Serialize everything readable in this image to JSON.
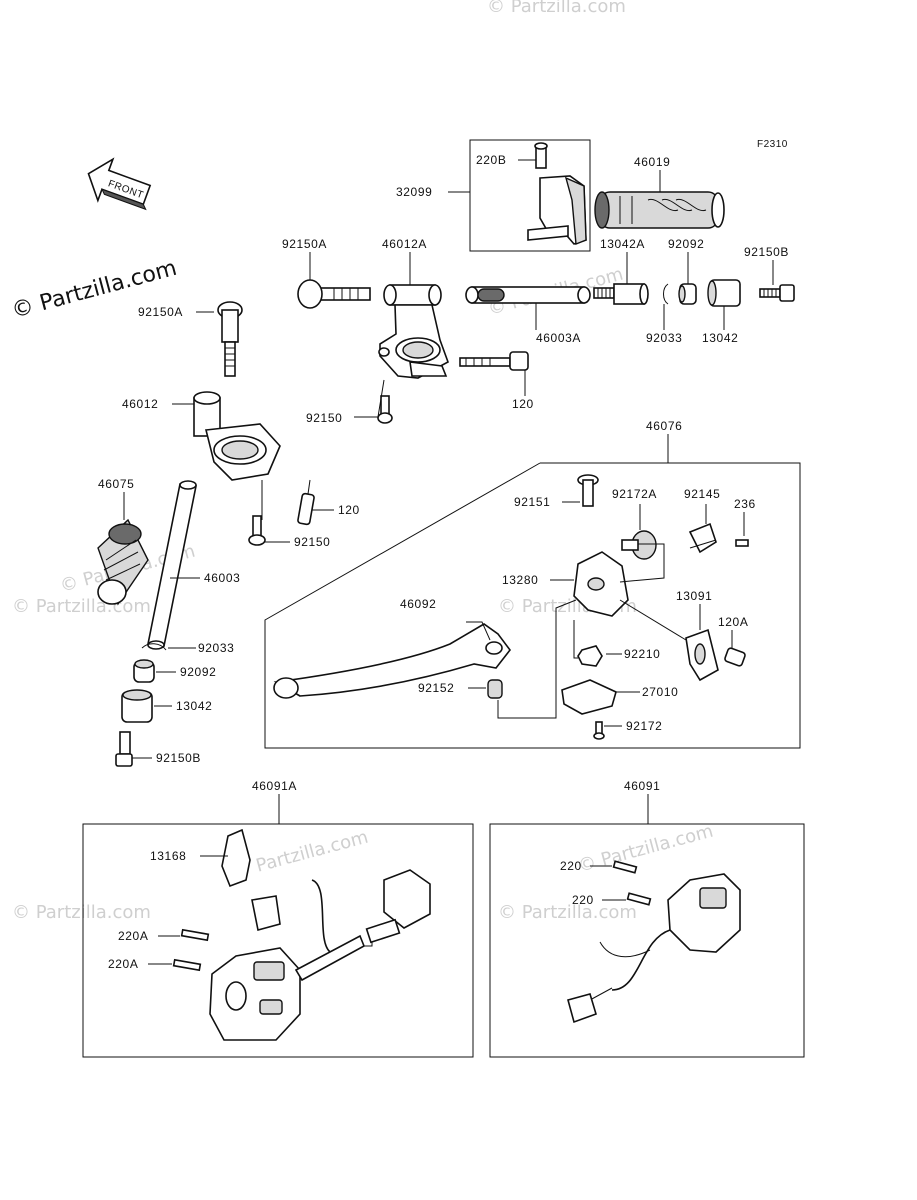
{
  "figure_code": "F2310",
  "front_label": "FRONT",
  "watermark": "© Partzilla.com",
  "groups": {
    "g46076": "46076",
    "g46091A": "46091A",
    "g46091": "46091"
  },
  "parts": {
    "p220B": "220B",
    "p32099": "32099",
    "p46019": "46019",
    "p92150A_top": "92150A",
    "p46012A": "46012A",
    "p13042A": "13042A",
    "p92092_top": "92092",
    "p92150B_top": "92150B",
    "p46003A": "46003A",
    "p92033_top": "92033",
    "p13042_top": "13042",
    "p92150_top": "92150",
    "p120_top": "120",
    "p92150A_left": "92150A",
    "p46012": "46012",
    "p46075": "46075",
    "p120_left": "120",
    "p92150_left": "92150",
    "p46003": "46003",
    "p92033_left": "92033",
    "p92092_left": "92092",
    "p13042_left": "13042",
    "p92150B_left": "92150B",
    "p92151": "92151",
    "p92172A": "92172A",
    "p92145": "92145",
    "p236": "236",
    "p13280": "13280",
    "p46092": "46092",
    "p13091": "13091",
    "p120A": "120A",
    "p92210": "92210",
    "p92152": "92152",
    "p27010": "27010",
    "p92172": "92172",
    "p13168": "13168",
    "p220A_1": "220A",
    "p220A_2": "220A",
    "p220_1": "220",
    "p220_2": "220"
  }
}
